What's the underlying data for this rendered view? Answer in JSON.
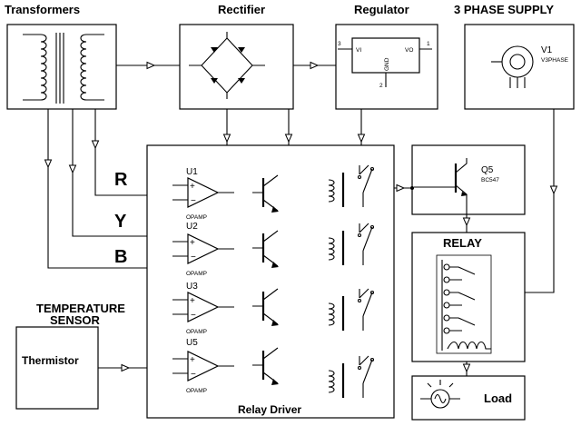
{
  "titles": {
    "transformers": "Transformers",
    "rectifier": "Rectifier",
    "regulator": "Regulator",
    "supply": "3 PHASE SUPPLY",
    "temperature": "TEMPERATURE",
    "sensor": "SENSOR"
  },
  "phases": {
    "r": "R",
    "y": "Y",
    "b": "B"
  },
  "regulator": {
    "pin_in": "3",
    "vi": "VI",
    "vo": "VO",
    "pin_out": "1",
    "gnd": "GND",
    "pin_gnd": "2"
  },
  "supply": {
    "ref": "V1",
    "model": "V3PHASE"
  },
  "transistor": {
    "ref": "Q5",
    "model": "BC547"
  },
  "opamps": [
    {
      "ref": "U1",
      "type": "OPAMP"
    },
    {
      "ref": "U2",
      "type": "OPAMP"
    },
    {
      "ref": "U3",
      "type": "OPAMP"
    },
    {
      "ref": "U5",
      "type": "OPAMP"
    }
  ],
  "blocks": {
    "relay": "RELAY",
    "relay_driver": "Relay Driver",
    "thermistor": "Thermistor",
    "load": "Load"
  }
}
